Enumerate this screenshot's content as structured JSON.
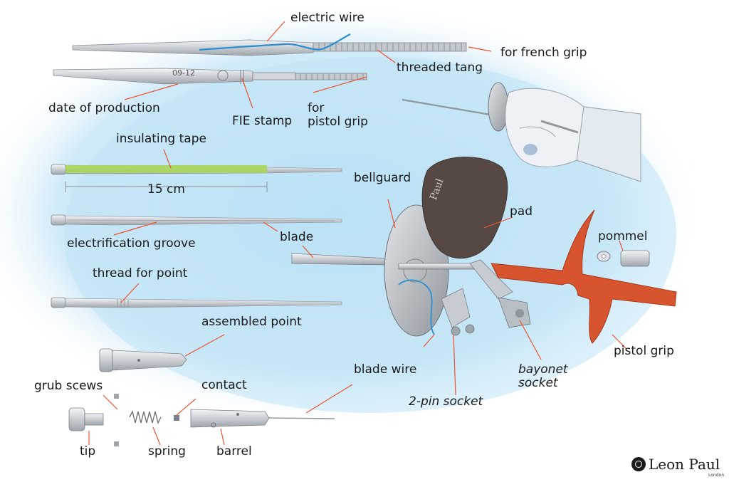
{
  "labels": {
    "electric_wire": "electric wire",
    "for_french_grip": "for french grip",
    "threaded_tang": "threaded tang",
    "date_stamp": "09-12",
    "date_of_production": "date of production",
    "fie_stamp": "FIE stamp",
    "for_pistol_grip": "for\npistol grip",
    "insulating_tape": "insulating tape",
    "measure": "15 cm",
    "electrification_groove": "electrification groove",
    "blade": "blade",
    "thread_for_point": "thread for point",
    "assembled_point": "assembled point",
    "grub_screws": "grub scews",
    "contact": "contact",
    "tip": "tip",
    "spring": "spring",
    "barrel": "barrel",
    "blade_wire": "blade wire",
    "two_pin_socket": "2-pin socket",
    "bayonet_socket": "bayonet\nsocket",
    "bellguard": "bellguard",
    "pad": "pad",
    "pommel": "pommel",
    "pistol_grip": "pistol grip",
    "pad_brand": "Paul"
  },
  "logo": {
    "name": "Leon Paul",
    "sub": "London"
  },
  "colors": {
    "leader_line": "#f0522f",
    "background_wash": "#bfe3f6",
    "pistol_grip": "#d8542f",
    "insulating_tape": "#a7d65a",
    "pad": "#564843",
    "blue_wire": "#2d8fd0"
  }
}
